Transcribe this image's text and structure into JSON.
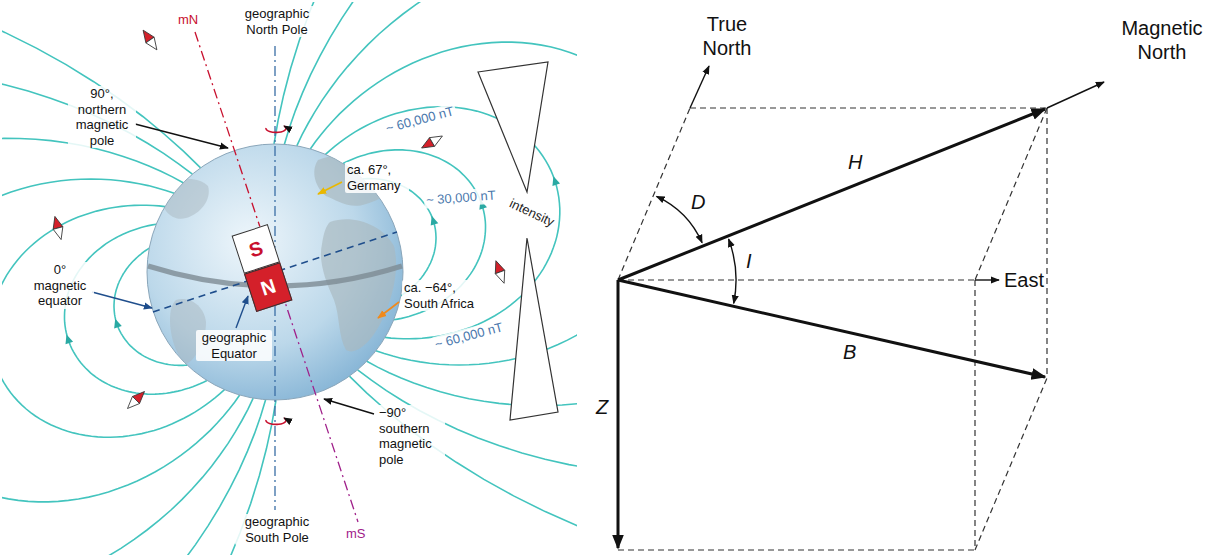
{
  "diagram": {
    "nodes": [
      {
        "text": [
          "S"
        ]
      },
      {
        "text": [
          "N"
        ]
      }
    ],
    "labels": [
      "mN",
      "geographic North Pole",
      "90°, northern magnetic pole",
      "~ 60,000 nT",
      "ca. 67°, Germany",
      "~ 30,000 nT",
      "intensity",
      "0° magnetic equator",
      "geographic Equator",
      "ca. −64°, South Africa",
      "~ 60,000 nT",
      "−90° southern magnetic pole",
      "geographic South Pole",
      "mS",
      "True North",
      "Magnetic North",
      "D",
      "H",
      "I",
      "East",
      "B",
      "Z"
    ]
  }
}
